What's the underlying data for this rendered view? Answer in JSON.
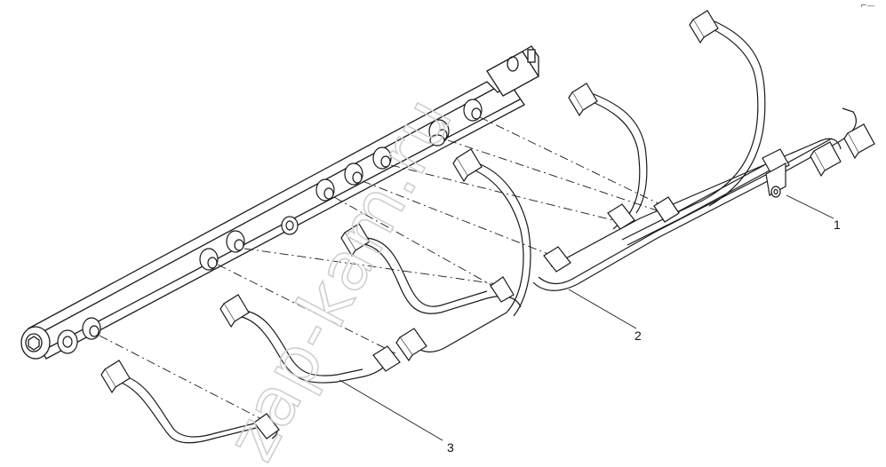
{
  "watermark": "zap-kam.ru",
  "corner_mark": "⌐—",
  "callouts": [
    {
      "label": "1",
      "part": "pipe-clamp"
    },
    {
      "label": "2",
      "part": "injection-pipe-set-rear"
    },
    {
      "label": "3",
      "part": "injection-pipe-set-front"
    }
  ],
  "colors": {
    "line": "#1a1a1a",
    "watermark": "#cfcfcf",
    "background": "#ffffff"
  }
}
